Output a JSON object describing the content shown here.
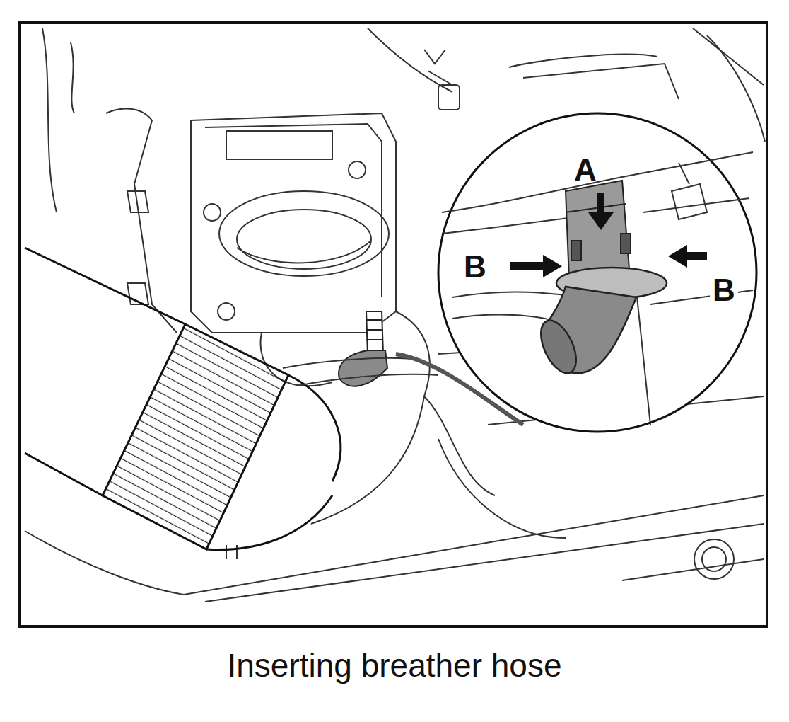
{
  "diagram": {
    "caption": "Inserting breather hose",
    "labels": [
      "A",
      "B",
      "B"
    ]
  }
}
